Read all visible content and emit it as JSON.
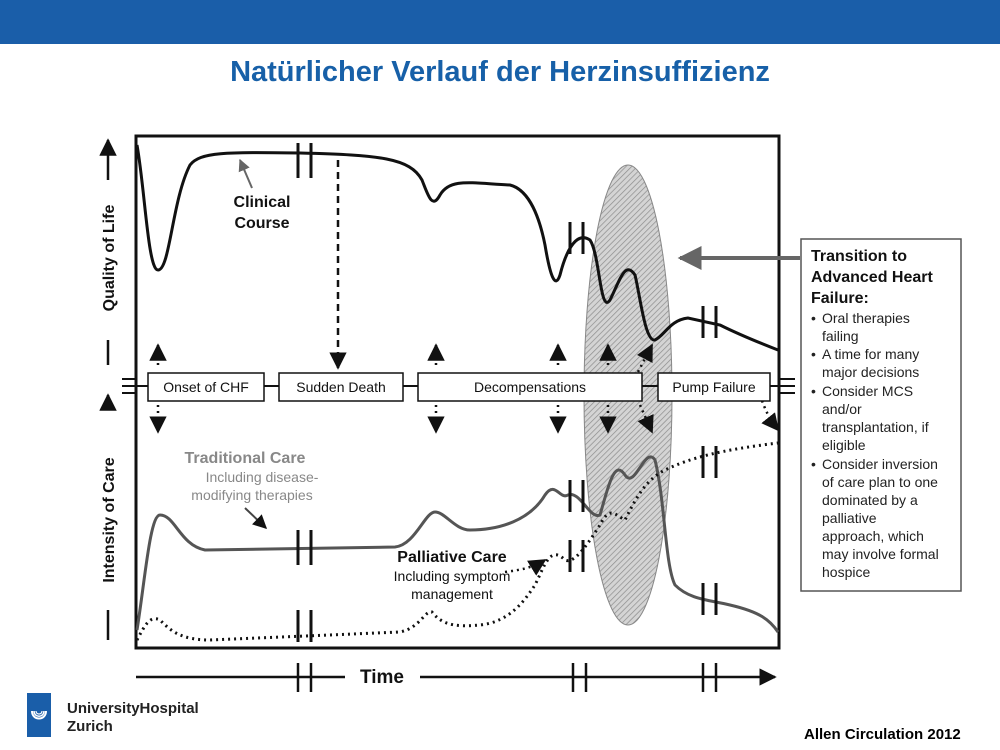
{
  "slide": {
    "title": "Natürlicher Verlauf der Herzinsuffizienz",
    "colors": {
      "header_bar": "#1a5ea9",
      "title": "#1760a8"
    }
  },
  "diagram": {
    "y_axis_top": "Quality of Life",
    "y_axis_bottom": "Intensity of Care",
    "x_axis": "Time",
    "phases": [
      "Onset of CHF",
      "Sudden Death",
      "Decompensations",
      "Pump Failure"
    ],
    "clinical_course": [
      "Clinical",
      "Course"
    ],
    "traditional_care": {
      "title": "Traditional Care",
      "sub": [
        "Including disease-",
        "modifying therapies"
      ]
    },
    "palliative_care": {
      "title": "Palliative Care",
      "sub": [
        "Including symptom",
        "management"
      ]
    },
    "transition": {
      "title": [
        "Transition to",
        "Advanced Heart",
        "Failure:"
      ],
      "bullets": [
        [
          "Oral therapies",
          "failing"
        ],
        [
          "A time for many",
          "major decisions"
        ],
        [
          "Consider MCS",
          "and/or",
          "transplantation, if",
          "eligible"
        ],
        [
          "Consider inversion",
          "of care plan to one",
          "dominated by a",
          "palliative",
          "approach, which",
          "may involve formal",
          "hospice"
        ]
      ]
    }
  },
  "footer": {
    "institution": [
      "UniversityHospital",
      "Zurich"
    ],
    "citation": "Allen Circulation 2012",
    "icon": "university-hospital-logo-icon"
  }
}
